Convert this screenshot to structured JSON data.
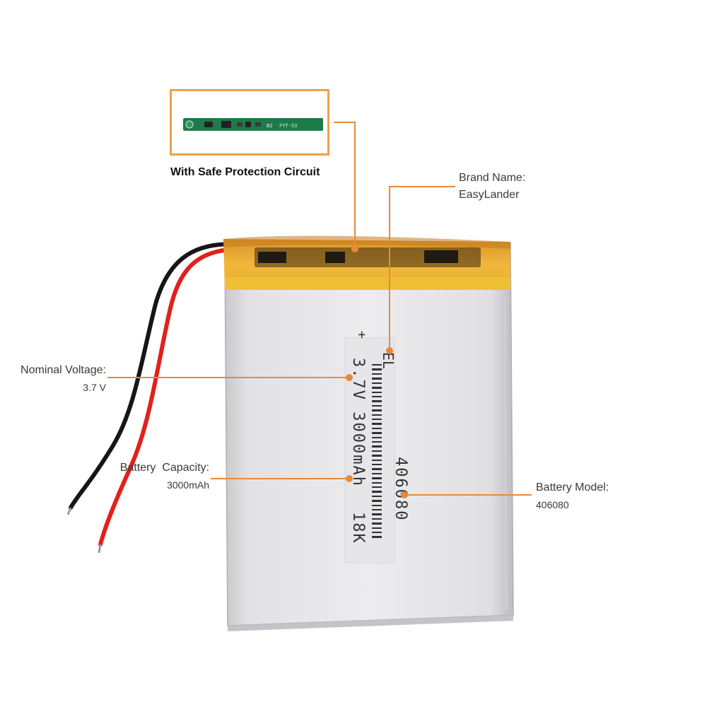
{
  "inset": {
    "caption": "With Safe Protection Circuit",
    "pcb_text": "FYT-53"
  },
  "battery": {
    "print_line1": "3.7V 3000mAh",
    "print_line2": "406080",
    "print_line3": "18K",
    "brand_mark": "EL",
    "plus_mark": "+"
  },
  "callouts": {
    "brand": {
      "label": "Brand Name:",
      "value": "EasyLander"
    },
    "voltage": {
      "label": "Nominal Voltage:",
      "value": "3.7 V"
    },
    "capacity": {
      "label": "Battery  Capacity:",
      "value": "3000mAh"
    },
    "model": {
      "label": "Battery Model:",
      "value": "406080"
    }
  },
  "colors": {
    "accent": "#e8893a",
    "inset_border": "#f0a04a",
    "tape": "#e9b530",
    "pouch": "#d9d9dc",
    "wire_red": "#e0211c",
    "wire_black": "#161616",
    "pcb_green": "#1f7a4a"
  }
}
